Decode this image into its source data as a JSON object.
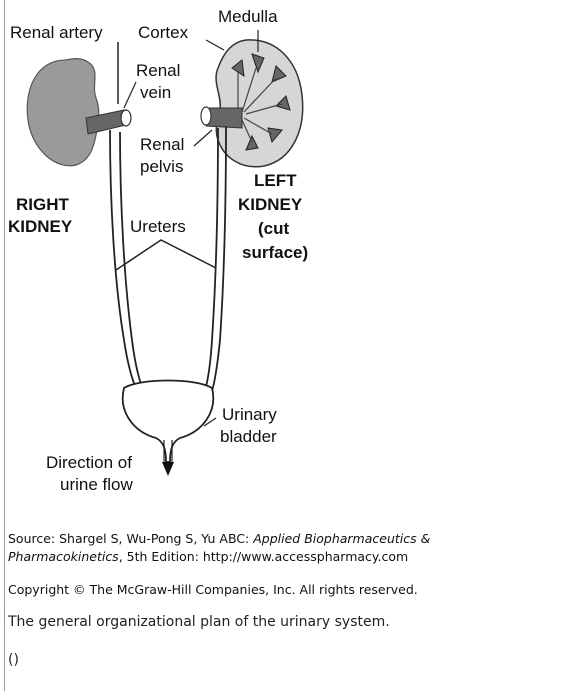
{
  "figure": {
    "labels": {
      "renal_artery": "Renal artery",
      "cortex": "Cortex",
      "medulla": "Medulla",
      "renal_vein_1": "Renal",
      "renal_vein_2": "vein",
      "renal_pelvis_1": "Renal",
      "renal_pelvis_2": "pelvis",
      "right_kidney_1": "RIGHT",
      "right_kidney_2": "KIDNEY",
      "left_kidney_1": "LEFT",
      "left_kidney_2": "KIDNEY",
      "left_kidney_3": "(cut",
      "left_kidney_4": "surface)",
      "ureters": "Ureters",
      "urinary_bladder_1": "Urinary",
      "urinary_bladder_2": "bladder",
      "direction_1": "Direction of",
      "direction_2": "urine flow"
    }
  },
  "source": {
    "prefix": "Source: Shargel S, Wu-Pong S, Yu ABC: ",
    "book_title_1": "Applied Biopharmaceutics &",
    "book_title_2": "Pharmacokinetics",
    "edition": ", 5th Edition: ",
    "url": "http://www.accesspharmacy.com"
  },
  "copyright": "Copyright © The McGraw-Hill Companies, Inc. All rights reserved.",
  "caption": "The general organizational plan of the urinary system.",
  "empty_parens": "()"
}
